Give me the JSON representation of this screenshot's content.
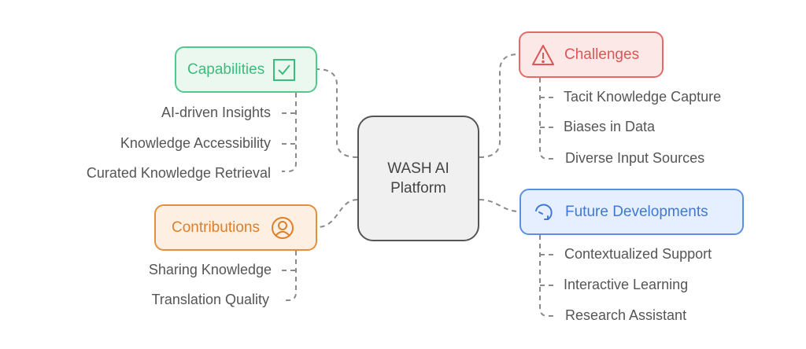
{
  "center": {
    "line1": "WASH AI",
    "line2": "Platform"
  },
  "branches": {
    "capabilities": {
      "label": "Capabilities",
      "icon": "checkbox-icon",
      "color": "#3dbb7c",
      "items": [
        "AI-driven Insights",
        "Knowledge Accessibility",
        "Curated Knowledge Retrieval"
      ]
    },
    "challenges": {
      "label": "Challenges",
      "icon": "warning-icon",
      "color": "#dd5555",
      "items": [
        "Tacit Knowledge Capture",
        "Biases in Data",
        "Diverse Input Sources"
      ]
    },
    "future": {
      "label": "Future Developments",
      "icon": "rotate-arrow-icon",
      "color": "#3f78d6",
      "items": [
        "Contextualized Support",
        "Interactive Learning",
        "Research Assistant"
      ]
    },
    "contributions": {
      "label": "Contributions",
      "icon": "user-circle-icon",
      "color": "#e07d28",
      "items": [
        "Sharing Knowledge",
        "Translation Quality"
      ]
    }
  }
}
